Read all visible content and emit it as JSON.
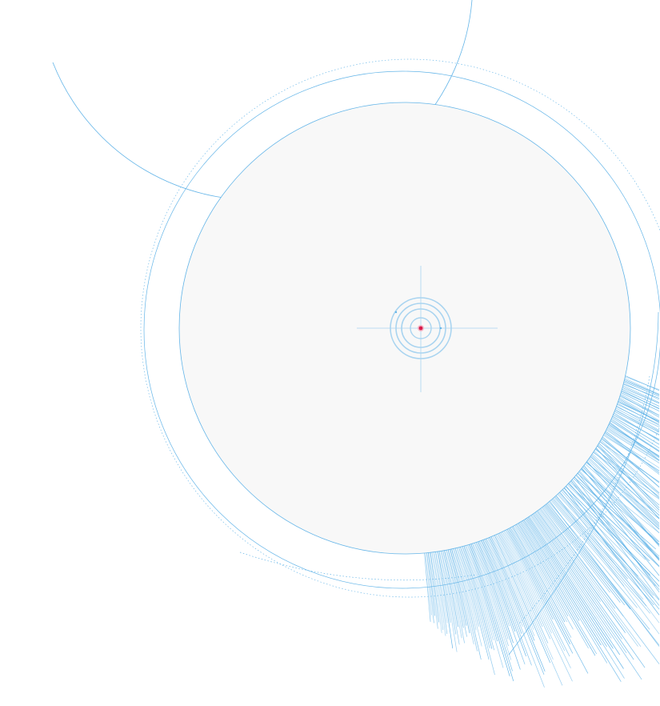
{
  "colors": {
    "background": "#ffffff",
    "disc_fill": "#f8f8f8",
    "line": "#64b5e8",
    "line_light": "#a9d4f0",
    "center_dot": "#d81b4a"
  },
  "visualization": {
    "kind": "radial-line-burst",
    "burst_direction": "lower-left",
    "reticle_rings": 4,
    "has_center_crosshair": true,
    "outer_rings": [
      "solid",
      "dotted"
    ],
    "secondary_arc": true,
    "tangent_lines": 2
  }
}
